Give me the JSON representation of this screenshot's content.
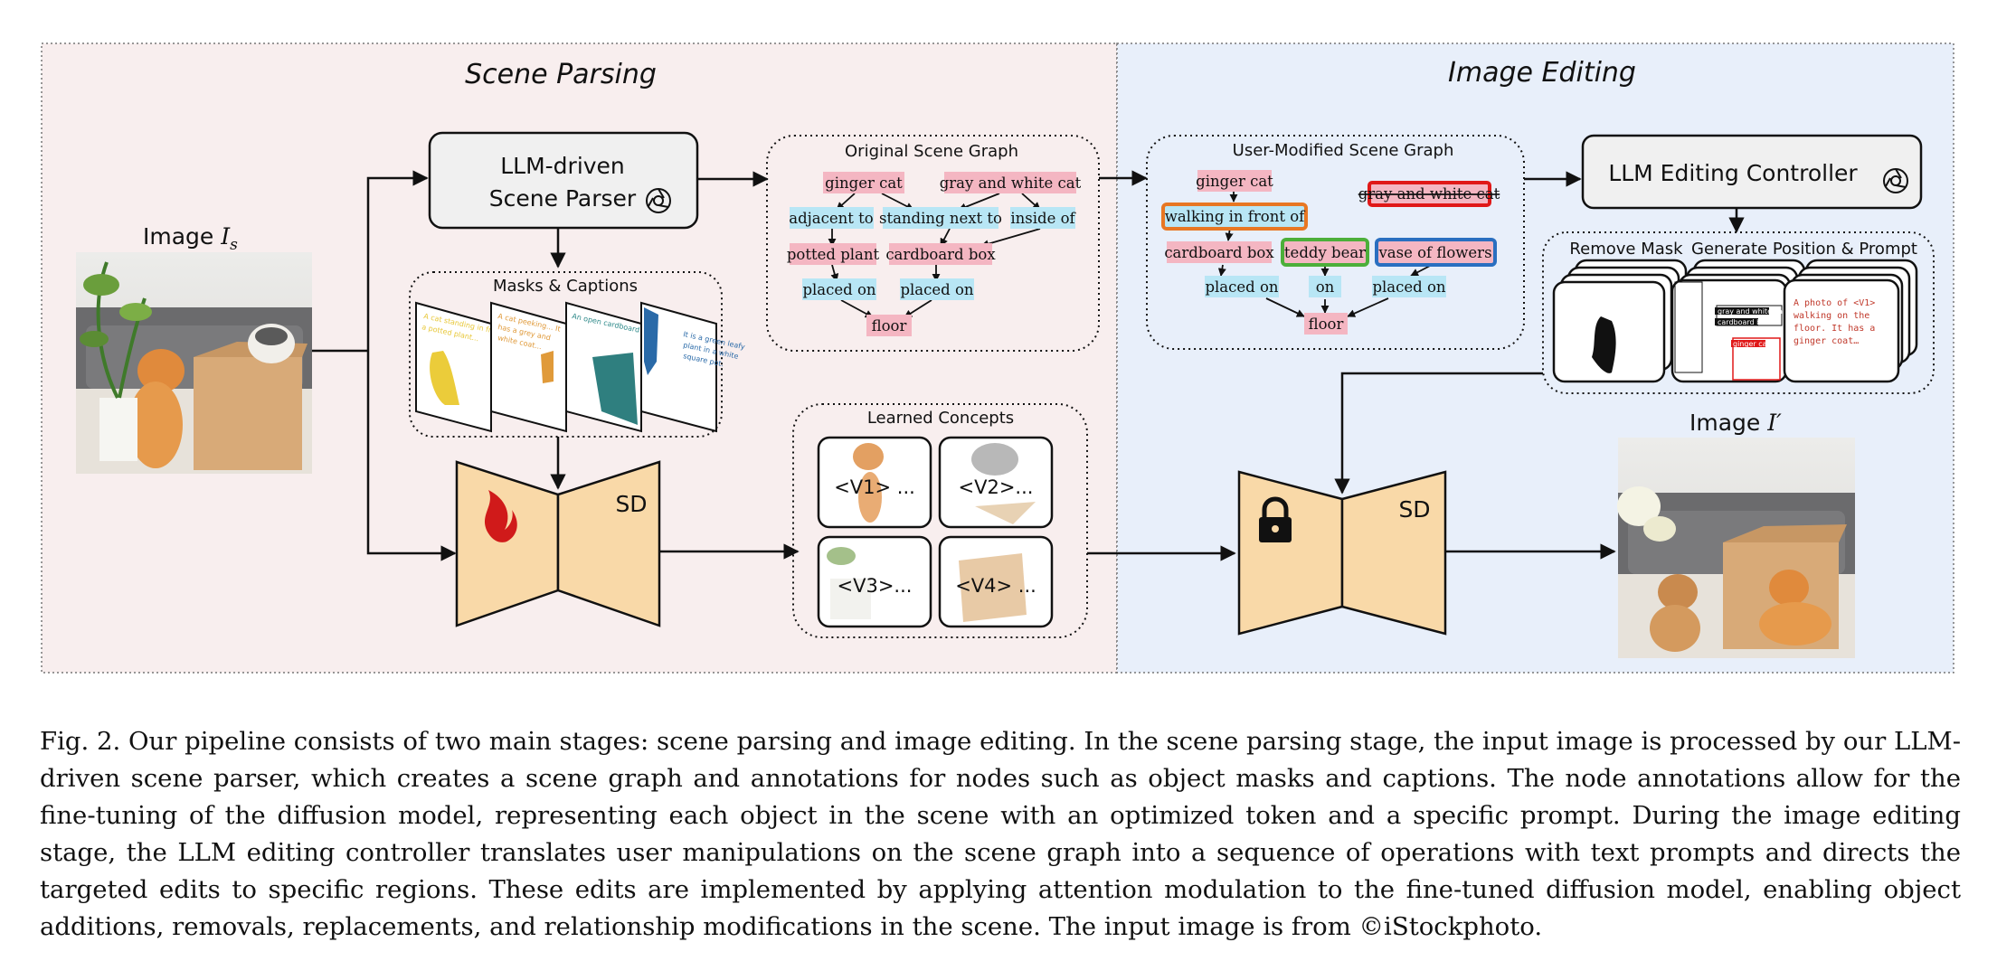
{
  "stages": {
    "left_title": "Scene Parsing",
    "right_title": "Image Editing"
  },
  "input_image": {
    "label_prefix": "Image ",
    "label_symbol": "I",
    "label_sub": "s"
  },
  "parser": {
    "line1": "LLM-driven",
    "line2": "Scene Parser",
    "icon": "openai-icon"
  },
  "masks": {
    "title": "Masks & Captions",
    "cards": [
      {
        "text1": "A cat standing in front of",
        "text2": "a potted plant...",
        "color": "#e8c83a"
      },
      {
        "text1": "A cat peeking... It",
        "text2": "has a grey and",
        "text3": "white coat...",
        "color": "#e09a3a"
      },
      {
        "text1": "An open cardboard box",
        "color": "#2f8a8a"
      },
      {
        "text1": "It is a green leafy",
        "text2": "plant in a white",
        "text3": "square pot.",
        "color": "#2a6aa8"
      }
    ]
  },
  "sd_left": {
    "label": "SD",
    "icon": "fire-icon"
  },
  "sd_right": {
    "label": "SD",
    "icon": "lock-icon"
  },
  "original_graph": {
    "title": "Original Scene Graph",
    "nodes": {
      "ginger_cat": "ginger cat",
      "gray_white_cat": "gray and white cat",
      "adjacent_to": "adjacent to",
      "standing_next_to": "standing next to",
      "inside_of": "inside of",
      "potted_plant": "potted plant",
      "cardboard_box": "cardboard box",
      "placed_on_1": "placed on",
      "placed_on_2": "placed on",
      "floor": "floor"
    }
  },
  "concepts": {
    "title": "Learned Concepts",
    "tokens": [
      "<V1> ...",
      "<V2>...",
      "<V3>...",
      "<V4> ..."
    ]
  },
  "modified_graph": {
    "title": "User-Modified Scene Graph",
    "nodes": {
      "ginger_cat": "ginger cat",
      "removed_cat": "gray and white cat",
      "walking_in_front_of": "walking in front of",
      "cardboard_box": "cardboard box",
      "teddy_bear": "teddy bear",
      "vase_of_flowers": "vase of flowers",
      "placed_on_1": "placed on",
      "on": "on",
      "placed_on_2": "placed on",
      "floor": "floor"
    }
  },
  "controller": {
    "label": "LLM Editing Controller",
    "icon": "openai-icon"
  },
  "ops": {
    "remove_title": "Remove Mask",
    "generate_title": "Generate Position & Prompt",
    "prompt_lines": [
      "A photo of <V1>",
      "walking on the",
      "floor. It has a",
      "ginger coat…"
    ],
    "box_labels": [
      "gray and white cat",
      "cardboard box",
      "ginger cat"
    ]
  },
  "output_image": {
    "label_prefix": "Image ",
    "label_symbol": "I′"
  },
  "caption": "Fig. 2.  Our pipeline consists of two main stages: scene parsing and image editing. In the scene parsing stage, the input image is processed by our LLM-driven scene parser, which creates a scene graph and annotations for nodes such as object masks and captions. The node annotations allow for the fine-tuning of the diffusion model, representing each object in the scene with an optimized token and a specific prompt. During the image editing stage, the LLM editing controller translates user manipulations on the scene graph into a sequence of operations with text prompts and directs the targeted edits to specific regions. These edits are implemented by applying attention modulation to the fine-tuned diffusion model, enabling object additions, removals, replacements, and relationship modifications in the scene. The input image is from ©iStockphoto.",
  "colors": {
    "left_bg": "#f8eeee",
    "right_bg": "#e8effa",
    "object_node": "#f4b6c2",
    "relation_node": "#b8e6f5",
    "sd_fill": "#f9d9a8",
    "highlight_orange": "#e87722",
    "highlight_green": "#4caf3a",
    "highlight_blue": "#2a6fc0",
    "highlight_red": "#e01818"
  }
}
